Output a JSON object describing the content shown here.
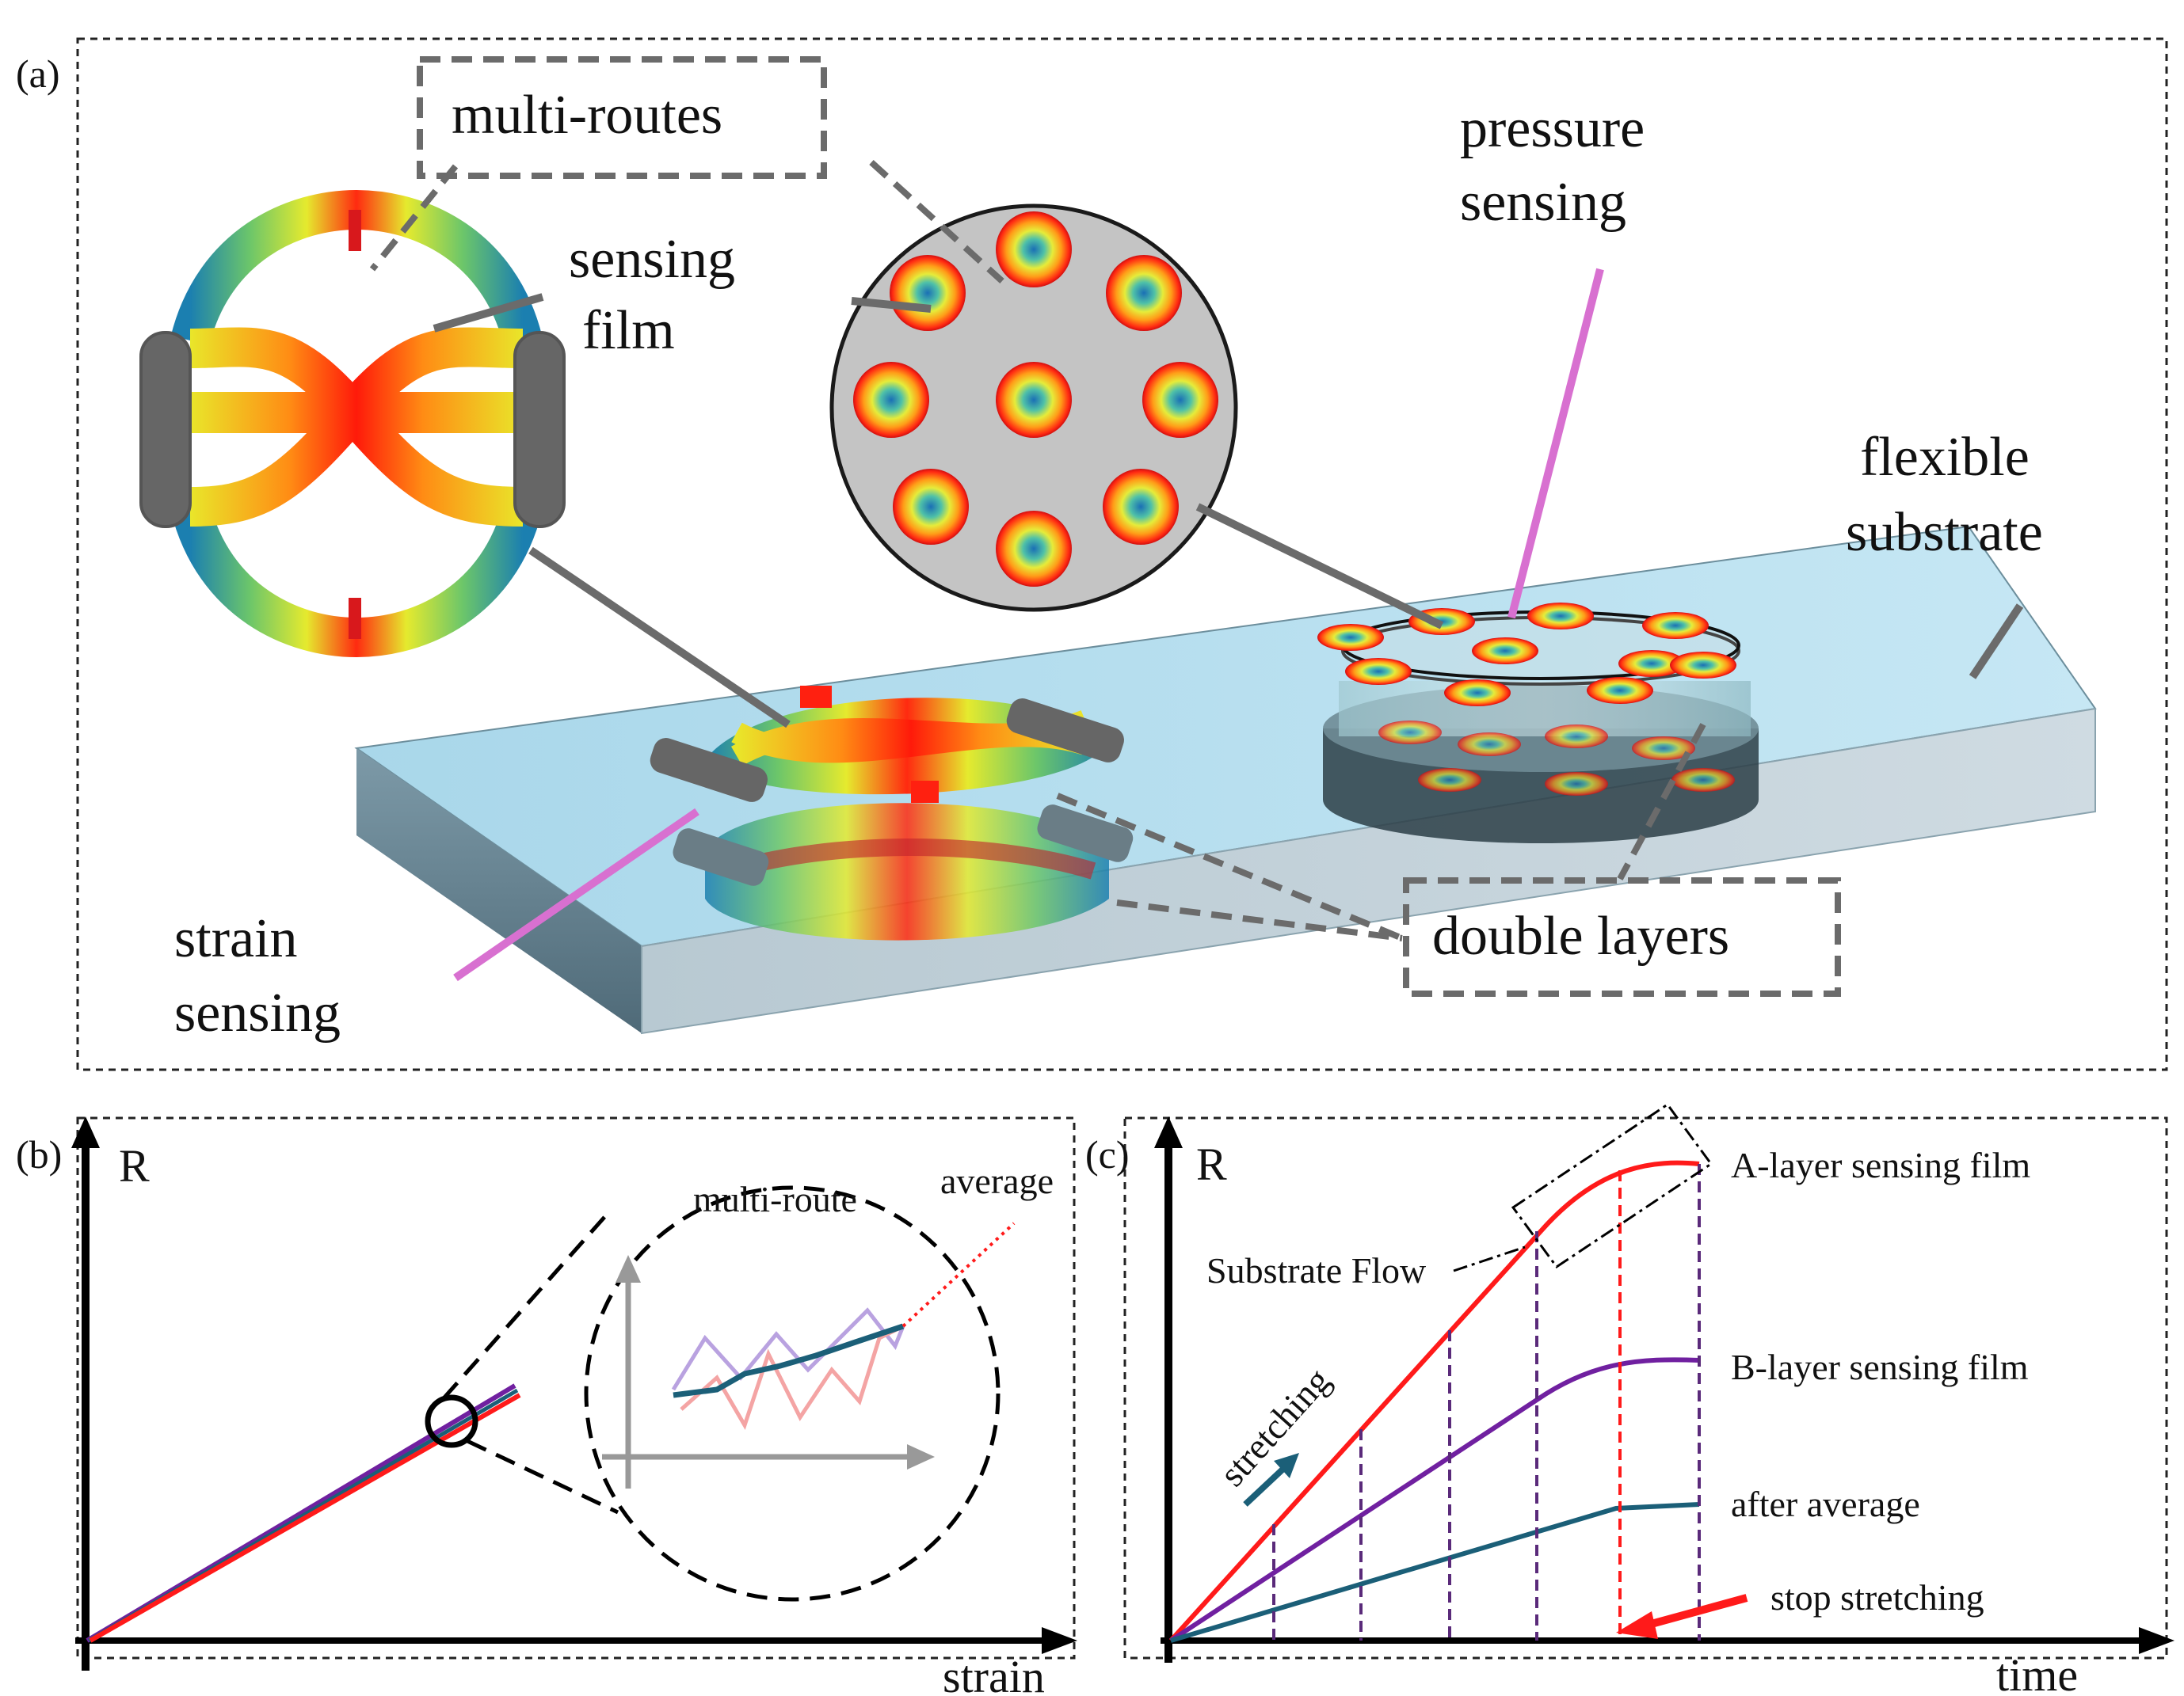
{
  "panel_a": {
    "tag": "(a)",
    "labels": {
      "multi_routes": "multi-routes",
      "sensing_film_1": "sensing",
      "sensing_film_2": "film",
      "pressure_1": "pressure",
      "pressure_2": "sensing",
      "flexible_1": "flexible",
      "flexible_2": "substrate",
      "strain_1": "strain",
      "strain_2": "sensing",
      "double_layers": "double layers"
    }
  },
  "panel_b": {
    "tag": "(b)",
    "y_axis_label": "R",
    "x_axis_label": "strain",
    "inset_label": "multi-route",
    "average_label": "average"
  },
  "panel_c": {
    "tag": "(c)",
    "y_axis_label": "R",
    "x_axis_label": "time",
    "substrate_flow": "Substrate Flow",
    "stretching": "stretching",
    "stop_stretching": "stop stretching",
    "curves": {
      "a_layer": "A-layer sensing film",
      "b_layer": "B-layer sensing film",
      "after_average": "after average"
    }
  },
  "colors": {
    "red": "#ff1a1a",
    "purple": "#7020a0",
    "teal": "#1b5f78",
    "magenta_leader": "#d870d0",
    "substrate_top": "#b9dff0",
    "substrate_side": "#62808e",
    "clamp": "#6a6a6a"
  }
}
